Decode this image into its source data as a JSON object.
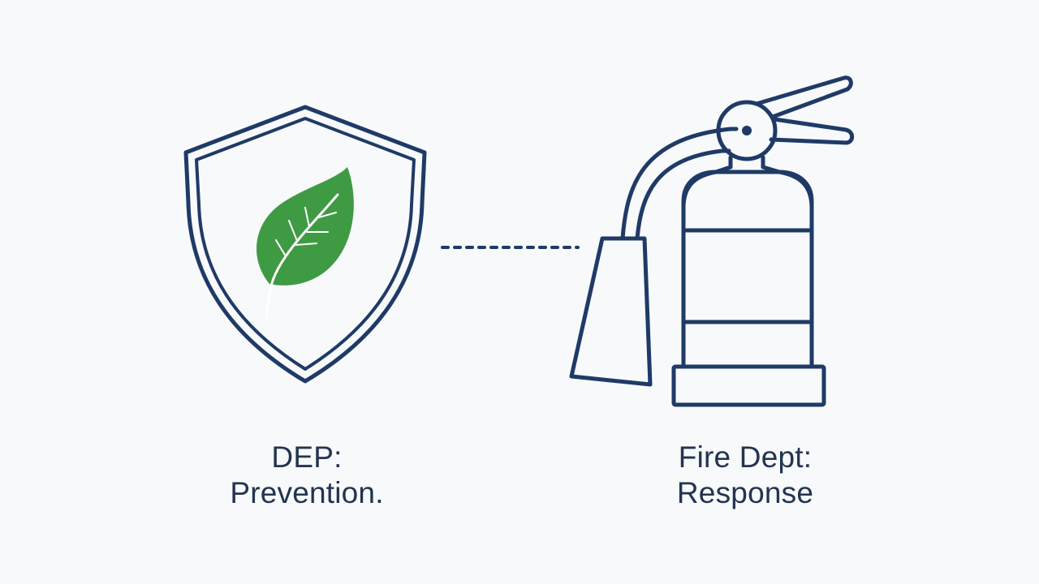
{
  "colors": {
    "background": "#f7f9fb",
    "outline": "#1f3a66",
    "leaf": "#3f9a44",
    "text": "#22344f"
  },
  "icons": {
    "left": "shield-leaf-icon",
    "connector": "dotted-line",
    "right": "fire-extinguisher-icon"
  },
  "left": {
    "line1": "DEP:",
    "line2": "Prevention."
  },
  "right": {
    "line1": "Fire Dept:",
    "line2": "Response"
  }
}
